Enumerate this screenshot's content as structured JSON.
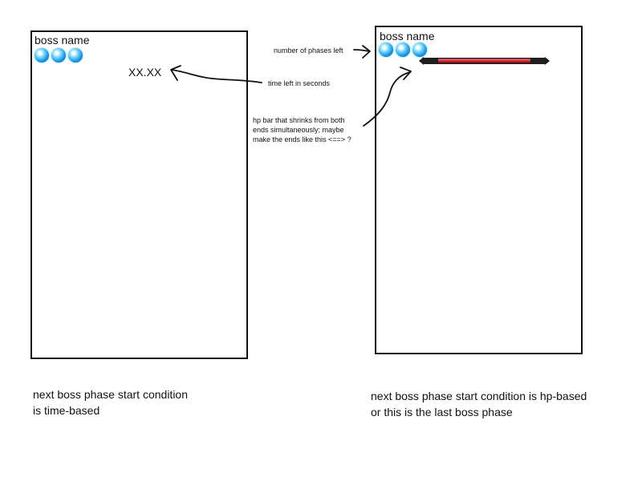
{
  "left_panel": {
    "boss_name": "boss name",
    "phase_orbs": 3,
    "timer_text": "XX.XX",
    "caption_line1": "next boss phase start condition",
    "caption_line2": "is time-based"
  },
  "right_panel": {
    "boss_name": "boss name",
    "phase_orbs": 3,
    "caption_line1": "next boss phase start condition is hp-based",
    "caption_line2": "or this is the last boss phase"
  },
  "annotations": {
    "phases_left": "number of phases left",
    "time_left": "time left in seconds",
    "hp_bar_line1": "hp bar that shrinks from both",
    "hp_bar_line2": "ends simultaneously; maybe",
    "hp_bar_line3": "make the ends like this <==> ?"
  },
  "colors": {
    "orb": "#29a9f0",
    "hp_bar_fill": "#e0262f",
    "hp_bar_frame": "#1a1a1a",
    "ink": "#111111"
  }
}
